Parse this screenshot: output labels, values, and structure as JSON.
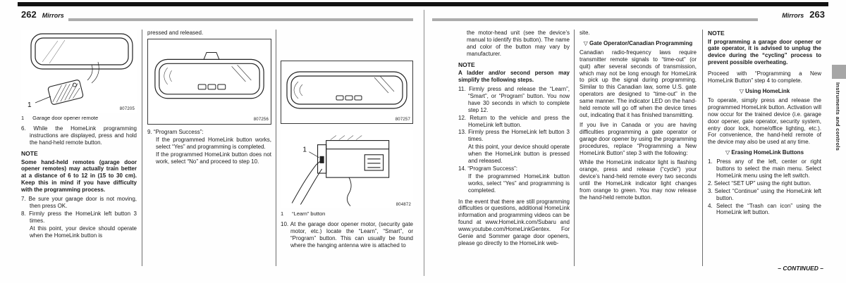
{
  "header": {
    "left_page_number": "262",
    "left_section": "Mirrors",
    "right_section": "Mirrors",
    "right_page_number": "263"
  },
  "left_col1": {
    "figure_label": "1",
    "figure_code": "807205",
    "caption_num": "1",
    "caption_text": "Garage door opener remote",
    "step6": "6. While the HomeLink programming instructions are displayed, press and hold the hand-held remote button.",
    "note_title": "NOTE",
    "note_body": "Some hand-held remotes (garage door opener remotes) may actually train better at a distance of 6 to 12 in (15 to 30 cm). Keep this in mind if you have difficulty with the programming process.",
    "step7": "7. Be sure your garage door is not moving, then press OK.",
    "step8": "8. Firmly press the HomeLink left button 3 times.",
    "step8_cont": "At this point, your device should operate when the HomeLink button is"
  },
  "left_col2": {
    "carryover": "pressed and released.",
    "figure_code": "807256",
    "step9": "9. “Program Success”:",
    "step9_a": "If the programmed HomeLink button works, select “Yes” and programming is completed.",
    "step9_b": "If the programmed HomeLink button does not work, select “No” and proceed to step 10."
  },
  "left_col3": {
    "figure_top_code": "807257",
    "figure_bottom_code": "804872",
    "figure_label": "1",
    "caption_num": "1",
    "caption_text": "“Learn” button",
    "step10": "10. At the garage door opener motor, (security gate motor, etc.) locate the “Learn”, “Smart”, or “Program” button. This can usually be found where the hanging antenna wire is attached to"
  },
  "right_col1": {
    "carryover": "the motor-head unit (see the device’s manual to identify this button). The name and color of the button may vary by manufacturer.",
    "note_title": "NOTE",
    "note_body": "A ladder and/or second person may simplify the following steps.",
    "step11": "11. Firmly press and release the “Learn”, “Smart”, or “Program” button. You now have 30 seconds in which to complete step 12.",
    "step12": "12. Return to the vehicle and press the HomeLink left button.",
    "step13": "13. Firmly press the HomeLink left button 3 times.",
    "step13_cont": "At this point, your device should operate when the HomeLink button is pressed and released.",
    "step14": "14. “Program Success”:",
    "step14_a": "If the programmed HomeLink button works, select “Yes” and programming is completed.",
    "closing": "In the event that there are still programming difficulties or questions, additional HomeLink information and programming videos can be found at www.HomeLink.com/Subaru and www.youtube.com/HomeLinkGentex. For Genie and Sommer garage door openers, please go directly to the HomeLink web-"
  },
  "right_col2": {
    "carryover": "site.",
    "heading": "▽ Gate Operator/Canadian Programming",
    "para1": "Canadian radio-frequency laws require transmitter remote signals to “time-out” (or quit) after several seconds of transmission, which may not be long enough for HomeLink to pick up the signal during programming. Similar to this Canadian law, some U.S. gate operators are designed to “time-out” in the same manner. The indicator LED on the hand-held remote will go off when the device times out, indicating that it has finished transmitting.",
    "para2": "If you live in Canada or you are having difficulties programming a gate operator or garage door opener by using the programming procedures, replace “Programming a New HomeLink Button” step 3 with the following:",
    "para3": "While the HomeLink indicator light is flashing orange, press and release (“cycle”) your device’s hand-held remote every two seconds until the HomeLink indicator light changes from orange to green. You may now release the hand-held remote button."
  },
  "right_col3": {
    "note_title": "NOTE",
    "note_body": "If programming a garage door opener or gate operator, it is advised to unplug the device during the “cycling” process to prevent possible overheating.",
    "para1": "Proceed with “Programming a New HomeLink Button” step 4 to complete.",
    "heading_using": "▽ Using HomeLink",
    "para2": "To operate, simply press and release the programmed HomeLink button. Activation will now occur for the trained device (i.e. garage door opener, gate operator, security system, entry door lock, home/office lighting, etc.). For convenience, the hand-held remote of the device may also be used at any time.",
    "heading_erasing": "▽ Erasing HomeLink Buttons",
    "step1": "1. Press any of the left, center or right buttons to select the main menu. Select HomeLink menu using the left switch.",
    "step2": "2. Select “SET UP” using the right button.",
    "step3": "3. Select “Continue” using the HomeLink left button.",
    "step4": "4. Select the “Trash can icon” using the HomeLink left button."
  },
  "sidebar": {
    "tab_label": "Instruments and controls"
  },
  "footer": {
    "continued": "– CONTINUED –"
  }
}
